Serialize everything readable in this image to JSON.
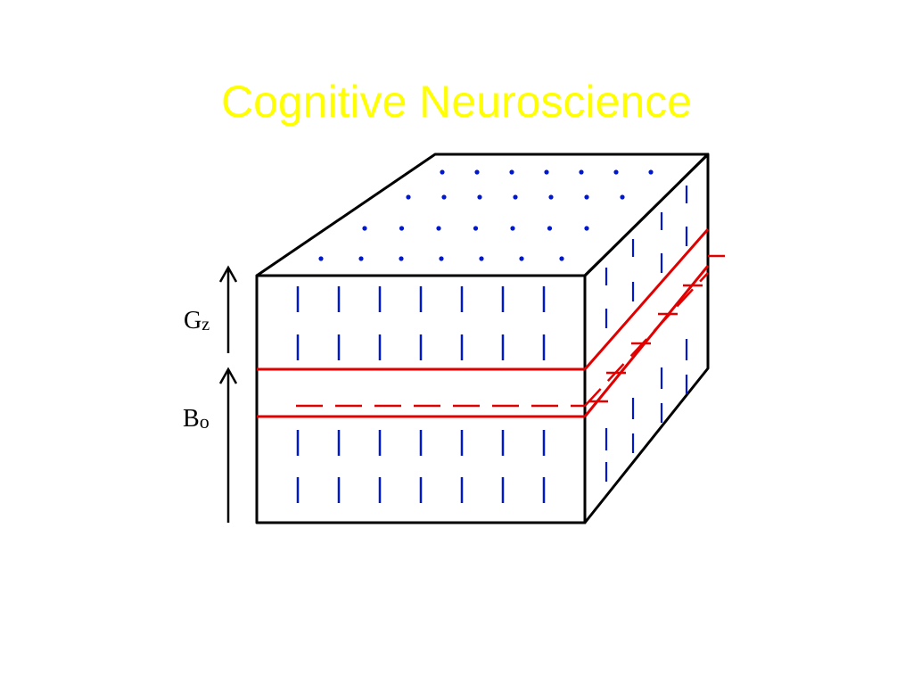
{
  "slide": {
    "title": "Cognitive Neuroscience",
    "title_color": "#ffff00"
  },
  "diagram": {
    "labels": {
      "gradient_main": "G",
      "gradient_sub": "z",
      "field_main": "B",
      "field_sub": "o"
    },
    "colors": {
      "outline": "#000000",
      "spin": "#0018cc",
      "slice": "#e00000",
      "arrow": "#000000"
    }
  }
}
